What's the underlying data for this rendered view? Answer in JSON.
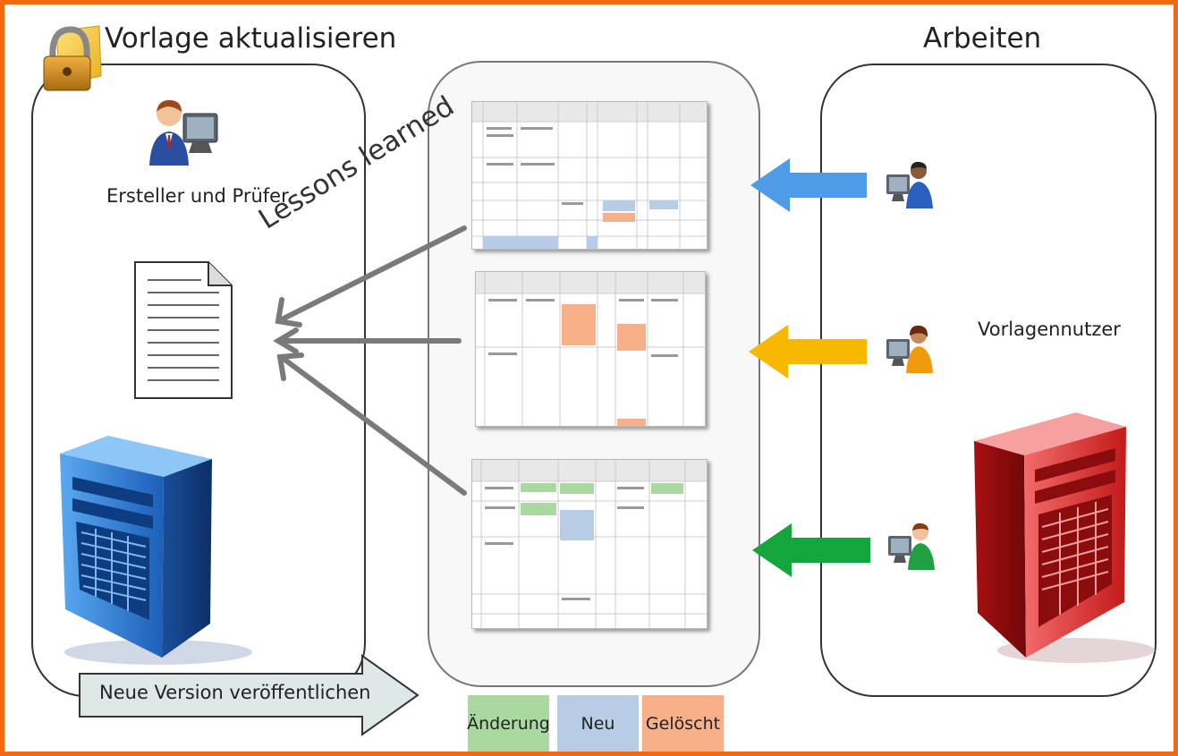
{
  "left_title": "Vorlage aktualisieren",
  "right_title": "Arbeiten",
  "creator_label": "Ersteller und Prüfer",
  "lessons_label": "Lessons learned",
  "users_label": "Vorlagennutzer",
  "publish_label": "Neue Version veröffentlichen",
  "legend": [
    {
      "label": "Änderung",
      "color": "#a9d9a0"
    },
    {
      "label": "Neu",
      "color": "#b7cde6"
    },
    {
      "label": "Gelöscht",
      "color": "#f7b08a"
    }
  ],
  "arrow_colors": {
    "top": "#4e9be8",
    "middle": "#f8b800",
    "bottom": "#14a53c",
    "feedback": "#7a7a7a"
  },
  "icons": [
    "padlock-icon",
    "user-computer-icon",
    "document-icon",
    "blue-server-icon",
    "red-server-icon"
  ]
}
